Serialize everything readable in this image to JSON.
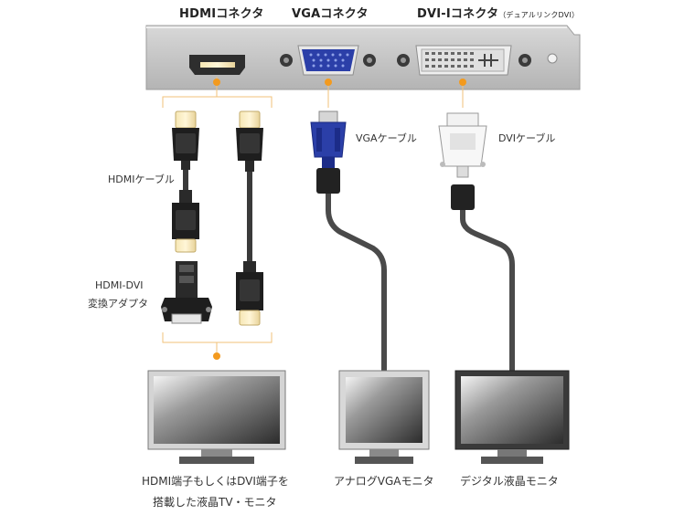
{
  "connectors": {
    "hdmi": "HDMIコネクタ",
    "vga": "VGAコネクタ",
    "dvi": "DVI-Iコネクタ",
    "dvi_note": "（デュアルリンクDVI）"
  },
  "cables": {
    "hdmi": "HDMIケーブル",
    "vga": "VGAケーブル",
    "dvi": "DVIケーブル",
    "adapter_line1": "HDMI-DVI",
    "adapter_line2": "変換アダプタ"
  },
  "monitors": {
    "tv_line1": "HDMI端子もしくはDVI端子を",
    "tv_line2": "搭載した液晶TV・モニタ",
    "analog": "アナログVGAモニタ",
    "digital": "デジタル液晶モニタ"
  },
  "colors": {
    "accent_dot": "#f39a1e",
    "vga_blue": "#2b3fa8",
    "bracket": "#c8c8c8",
    "cable": "#444444"
  }
}
